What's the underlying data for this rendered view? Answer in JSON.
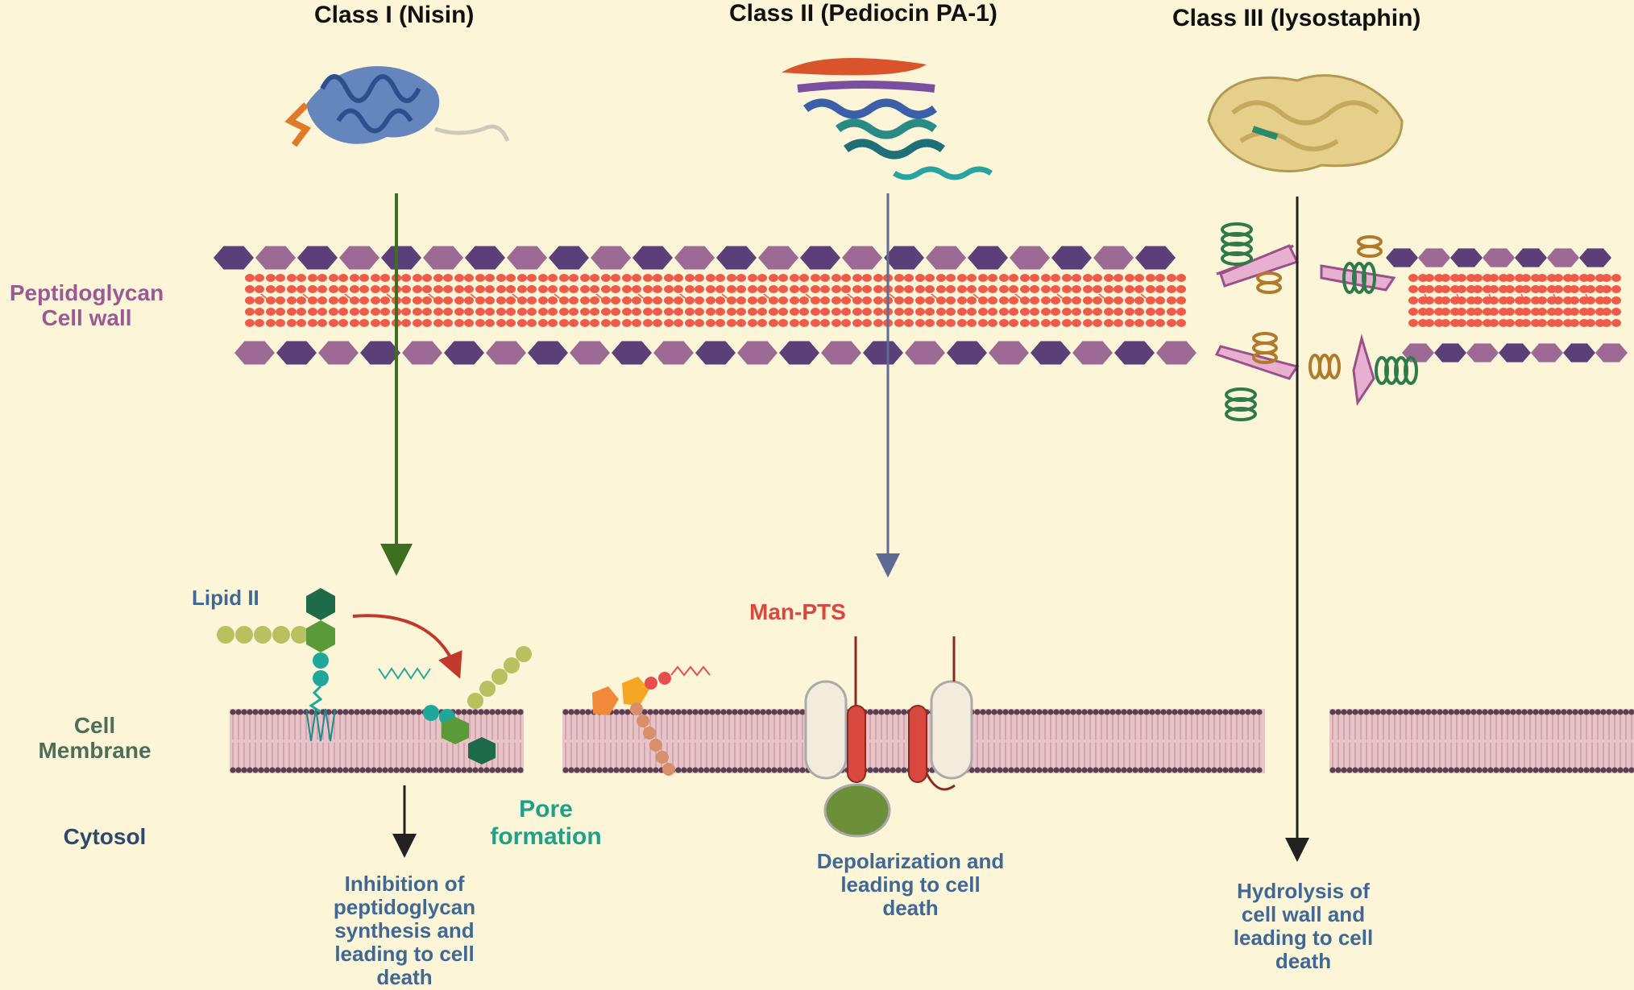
{
  "classes": {
    "class1": "Class I  (Nisin)",
    "class2": "Class II (Pediocin PA-1)",
    "class3": "Class III (lysostaphin)"
  },
  "layers": {
    "peptidoglycan": "Peptidoglycan\nCell wall",
    "membrane": "Cell\nMembrane",
    "cytosol": "Cytosol"
  },
  "annotations": {
    "lipid2": "Lipid II",
    "pore": "Pore\nformation",
    "manpts": "Man-PTS"
  },
  "outcomes": {
    "class1": "Inhibition of\npeptidoglycan\nsynthesis and\nleading to cell\ndeath",
    "class2": "Depolarization and\nleading to cell\ndeath",
    "class3": "Hydrolysis of\ncell wall and\nleading to cell\ndeath"
  },
  "colors": {
    "background": "#fcf5d8",
    "hexDark": "#5b3f78",
    "hexLight": "#9c6a94",
    "peptide": "#ef5b4b",
    "membrane": "#e8c4c8",
    "membraneHead": "#5a4050",
    "arrowClass1": "#3e6e1f",
    "arrowClass2": "#5f6b93",
    "arrowClass3": "#222222",
    "lipid": "#b8c060",
    "nisinGreen": "#1e6b4a",
    "teal": "#1fa89a",
    "manpts": "#d9483e",
    "protein1": "#4a72b8",
    "protein3": "#e6cf8a"
  }
}
